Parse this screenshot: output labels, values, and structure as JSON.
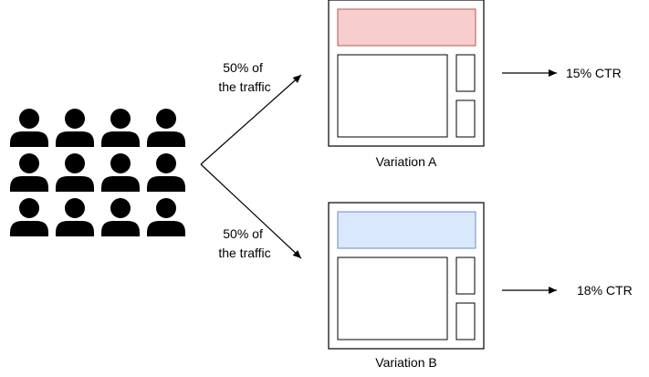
{
  "audience": {
    "rows": 3,
    "cols": 4,
    "icon": "person-icon",
    "color": "#000000"
  },
  "split": {
    "top_label": [
      "50% of",
      "the traffic"
    ],
    "bottom_label": [
      "50% of",
      "the traffic"
    ]
  },
  "variations": [
    {
      "name": "Variation A",
      "header_color": "#f8cecc",
      "header_stroke": "#b85450",
      "result": "15% CTR"
    },
    {
      "name": "Variation B",
      "header_color": "#dae8fc",
      "header_stroke": "#6c8ebf",
      "result": "18% CTR"
    }
  ]
}
